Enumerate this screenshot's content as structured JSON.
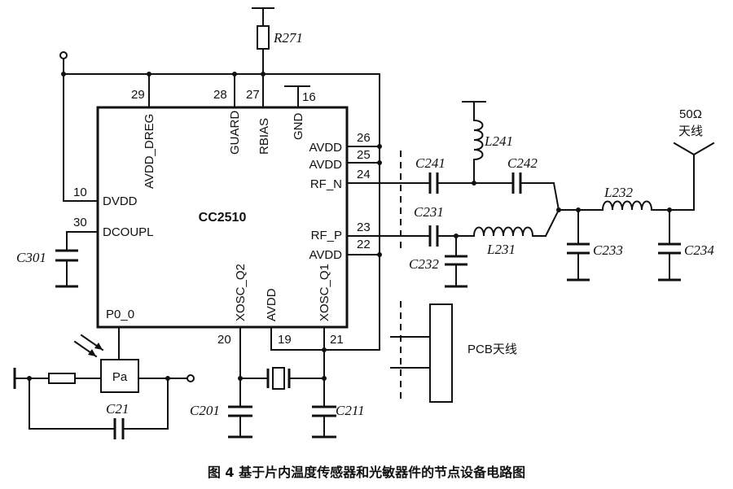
{
  "chip": {
    "name": "CC2510",
    "pins_left": [
      {
        "num": "10",
        "name": "DVDD"
      },
      {
        "num": "30",
        "name": "DCOUPL"
      }
    ],
    "pins_top": [
      {
        "num": "29",
        "name": "AVDD_DREG"
      },
      {
        "num": "28",
        "name": "GUARD"
      },
      {
        "num": "27",
        "name": "RBIAS"
      },
      {
        "num": "16",
        "name": "GND"
      }
    ],
    "pins_right": [
      {
        "num": "26",
        "name": "AVDD"
      },
      {
        "num": "25",
        "name": "AVDD"
      },
      {
        "num": "24",
        "name": "RF_N"
      },
      {
        "num": "23",
        "name": "RF_P"
      },
      {
        "num": "22",
        "name": "AVDD"
      }
    ],
    "pins_bottom": [
      {
        "num": "20",
        "name": "XOSC_Q2"
      },
      {
        "num": "19",
        "name": "AVDD"
      },
      {
        "num": "21",
        "name": "XOSC_Q1"
      }
    ],
    "pin_p00": "P0_0"
  },
  "components": {
    "r271": "R271",
    "c301": "C301",
    "c241": "C241",
    "c242": "C242",
    "l241": "L241",
    "c231": "C231",
    "c232": "C232",
    "l231": "L231",
    "l232": "L232",
    "c233": "C233",
    "c234": "C234",
    "c201": "C201",
    "c211": "C211",
    "c21": "C21",
    "pa": "Pa"
  },
  "antenna": {
    "line1": "50Ω",
    "line2": "天线",
    "pcb": "PCB天线"
  },
  "caption": "图 4   基于片内温度传感器和光敏器件的节点设备电路图"
}
